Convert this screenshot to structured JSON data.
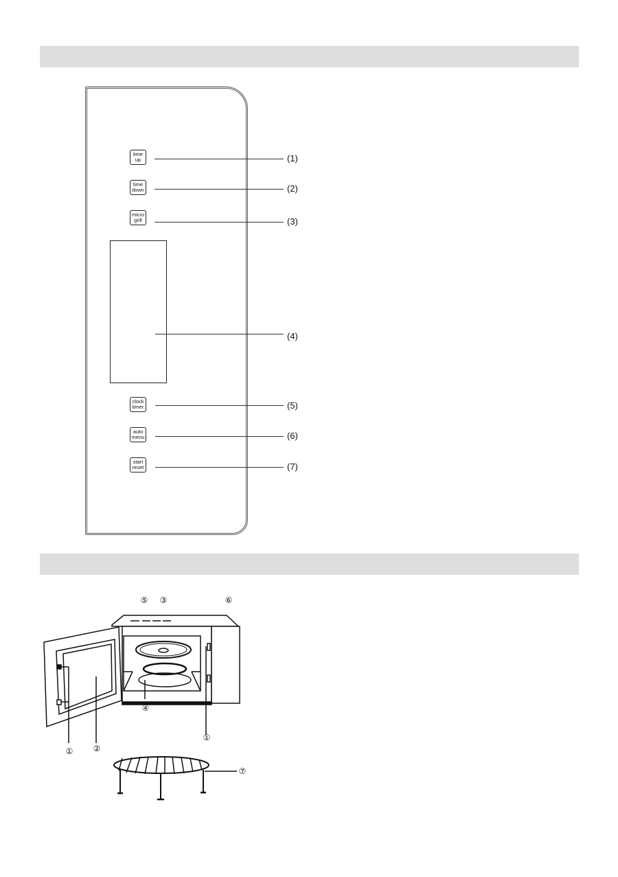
{
  "section_bars": [
    {
      "label": ""
    },
    {
      "label": ""
    }
  ],
  "control_panel": {
    "buttons": [
      {
        "line1": "time",
        "line2": "up",
        "callout": "(1)"
      },
      {
        "line1": "time",
        "line2": "down",
        "callout": "(2)"
      },
      {
        "line1": "micro",
        "line2": "grill",
        "callout": "(3)"
      },
      {
        "line1": "clock",
        "line2": "timer",
        "callout": "(5)"
      },
      {
        "line1": "auto",
        "line2": "menu",
        "callout": "(6)"
      },
      {
        "line1": "start",
        "line2": "reset",
        "callout": "(7)"
      }
    ],
    "display": {
      "callout": "(4)"
    }
  },
  "oven_diagram": {
    "labels": {
      "door_latch_left": "①",
      "door_window": "②",
      "vent": "③",
      "roller_ring": "④",
      "turntable": "⑤",
      "control_panel": "⑥",
      "door_latch_right": "①",
      "grill_rack": "⑦"
    }
  }
}
